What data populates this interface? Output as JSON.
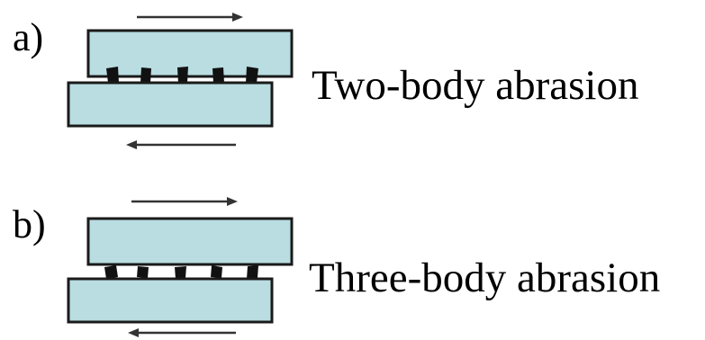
{
  "panels": [
    {
      "id": "a",
      "letter": "a)",
      "caption": "Two-body abrasion"
    },
    {
      "id": "b",
      "letter": "b)",
      "caption": "Three-body abrasion"
    }
  ],
  "colors": {
    "block_fill": "#b9dde1",
    "block_stroke": "#1a1a1a",
    "particle": "#111111",
    "arrow": "#333333"
  },
  "icons": {
    "top_arrow": "arrow-right-icon",
    "bottom_arrow": "arrow-left-icon",
    "particle": "abrasive-particle-icon"
  }
}
